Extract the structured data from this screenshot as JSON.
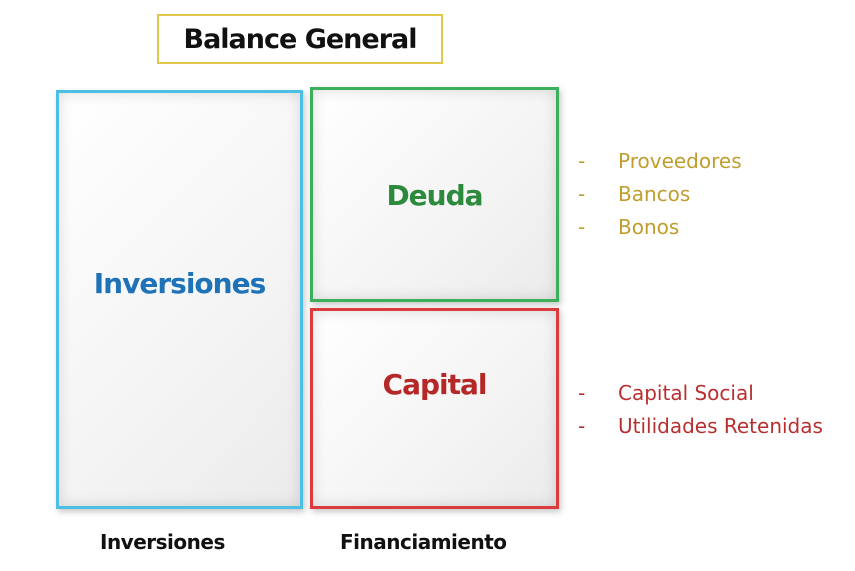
{
  "title": "Balance General",
  "boxes": {
    "inversiones": "Inversiones",
    "deuda": "Deuda",
    "capital": "Capital"
  },
  "deuda_items": [
    {
      "dash": "-",
      "label": "Proveedores"
    },
    {
      "dash": "-",
      "label": "Bancos"
    },
    {
      "dash": "-",
      "label": "Bonos"
    }
  ],
  "capital_items": [
    {
      "dash": "-",
      "label": "Capital Social"
    },
    {
      "dash": "-",
      "label": "Utilidades Retenidas"
    }
  ],
  "footer": {
    "inversiones": "Inversiones",
    "financiamiento": "Financiamiento"
  },
  "colors": {
    "title_border": "#e2c84a",
    "inversiones": "#1e72b8",
    "inversiones_border": "#4cbfe4",
    "deuda": "#2b8a3c",
    "deuda_border": "#3caf5a",
    "capital": "#b52828",
    "capital_border": "#dd3b3b",
    "deuda_list": "#bf9d2e",
    "capital_list": "#b82f2f"
  }
}
